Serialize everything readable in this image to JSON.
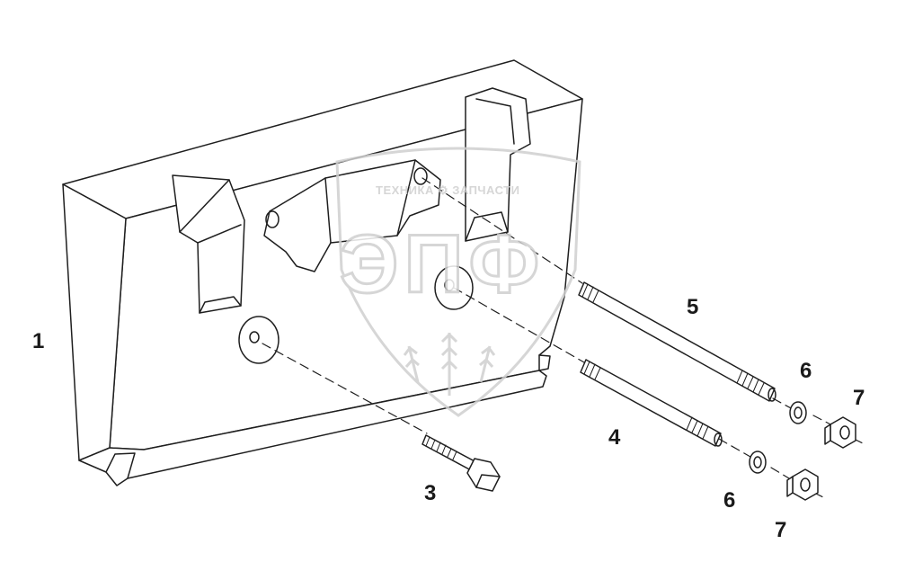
{
  "diagram": {
    "callouts": [
      {
        "id": "c1",
        "text": "1"
      },
      {
        "id": "c3",
        "text": "3"
      },
      {
        "id": "c4",
        "text": "4"
      },
      {
        "id": "c5",
        "text": "5"
      },
      {
        "id": "c6a",
        "text": "6"
      },
      {
        "id": "c6b",
        "text": "6"
      },
      {
        "id": "c7a",
        "text": "7"
      },
      {
        "id": "c7b",
        "text": "7"
      }
    ]
  },
  "watermark": {
    "top_text": "ТЕХНИКА ⚙ ЗАПЧАСТИ",
    "logo_text": "ЭПФ"
  },
  "colors": {
    "line": "#1f1f1f",
    "watermark": "#cfcfcf"
  }
}
